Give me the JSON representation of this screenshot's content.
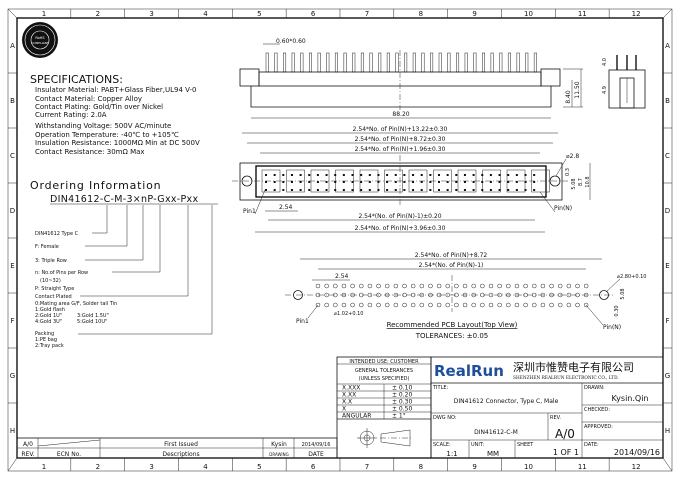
{
  "frame": {
    "columns": [
      "1",
      "2",
      "3",
      "4",
      "5",
      "6",
      "7",
      "8",
      "9",
      "10",
      "11",
      "12"
    ],
    "rows": [
      "A",
      "B",
      "C",
      "D",
      "E",
      "F",
      "G",
      "H"
    ]
  },
  "stamp": {
    "text": "SHENZHEN REALRUN ELECTRONIC RoHS COMPLIANT"
  },
  "specifications": {
    "heading": "SPECIFICATIONS:",
    "lines": [
      "Insulator Material: PABT+Glass Fiber,UL94 V-0",
      "Contact Material: Copper Alloy",
      "Contact Plating: Gold/Tin over Nickel",
      "Current Rating: 2.0A",
      "Withstanding Voltage: 500V AC/minute",
      "Operation Temperature: -40℃ to +105℃",
      "Insulation Resistance: 1000MΩ Min at DC 500V",
      "Contact Resistance: 30mΩ Max"
    ]
  },
  "ordering": {
    "heading": "Ordering Information",
    "code": "DIN41612-C-M-3×nP-Gxx-Pxx",
    "type": "DIN41612 Type C",
    "female": "F: Female",
    "rows": "3: Triple Row",
    "pins": "n: No.of Pins per Row",
    "pins_range": "(10~32)",
    "straight": "P: Straight Type",
    "plated": "Contact Plated",
    "plated_0": "0:Mating area G/F, Solder tail Tin",
    "plated_1": "1:Gold flash",
    "plated_2": "2:Gold 1U\"",
    "plated_3": "3:Gold 1.5U\"",
    "plated_4": "4:Gold 3U\"",
    "plated_5": "5:Gold 10U\"",
    "packing": "Packing",
    "packing_1": "1:PE bag",
    "packing_2": "2:Tray pack"
  },
  "top_view": {
    "pin_size": "0.60*0.60",
    "length": "88.20",
    "height_total": "11.50",
    "height_body": "8.40",
    "side_dim_1": "4.0",
    "side_dim_2": "4.9"
  },
  "front_view": {
    "dim1": "2.54*No. of Pin(N)+13.22±0.30",
    "dim2": "2.54*No. of Pin(N)+8.72±0.30",
    "dim3": "2.54*No. of Pin(N)+1.96±0.30",
    "dim4": "2.54*(No. of Pin(N)-1)±0.20",
    "dim5": "2.54*No. of Pin(N)+3.96±0.30",
    "pitch": "2.54",
    "pin1": "Pin1",
    "pinN": "Pin(N)",
    "hole": "⌀2.8",
    "v1": "0.3",
    "v2": "5.08",
    "v3": "8.7",
    "v4": "10.8"
  },
  "pcb": {
    "dim1": "2.54*No. of Pin(N)+8.72",
    "dim2": "2.54*(No. of Pin(N)-1)",
    "pitch": "2.54",
    "hole_mount": "⌀2.80+0.10",
    "hole_pin": "⌀1.02+0.10",
    "v1": "5.08",
    "v2": "0.30",
    "pin1": "Pin1",
    "pinN": "Pin(N)",
    "caption": "Recommended PCB Layout(Top View)",
    "tolerance": "TOLERANCES: ±0.05"
  },
  "tolerances": {
    "intended": "INTENDED USE: CUSTOMER",
    "general": "GENERAL TOLERANCES",
    "unless": "(UNLESS SPECIFIED)",
    "rows": [
      {
        "k": "X.XXX",
        "v": "± 0.10"
      },
      {
        "k": "X.XX",
        "v": "± 0.20"
      },
      {
        "k": "X.X",
        "v": "± 0.30"
      },
      {
        "k": "X",
        "v": "± 0.50"
      },
      {
        "k": "ANGULAR",
        "v": "± 1°"
      }
    ]
  },
  "title_block": {
    "logo": "RealRun",
    "company_cn": "深圳市惟赞电子有限公司",
    "company_en": "SHENZHEN REALRUN ELECTRONIC CO., LTD.",
    "title_label": "TITLE:",
    "title": "DIN41612 Connector, Type C, Male",
    "dwg_label": "DWG NO:",
    "dwg": "DIN41612-C-M",
    "rev_label": "REV.",
    "rev": "A/0",
    "scale_label": "SCALE:",
    "scale": "1:1",
    "unit_label": "UNIT:",
    "unit": "MM",
    "sheet_label": "SHEET",
    "sheet": "1 OF 1",
    "drawn_label": "DRAWN:",
    "drawn": "Kysin.Qin",
    "checked_label": "CHECKED:",
    "approved_label": "APPROVED:",
    "date_label": "DATE:",
    "date": "2014/09/16"
  },
  "revision": {
    "rev": "A/0",
    "desc": "First Issued",
    "drawer": "Kysin",
    "date": "2014/09/16",
    "h_rev": "REV.",
    "h_ecn": "ECN No.",
    "h_desc": "Descriptions",
    "h_drawing": "DRAWING",
    "h_date": "DATE"
  }
}
